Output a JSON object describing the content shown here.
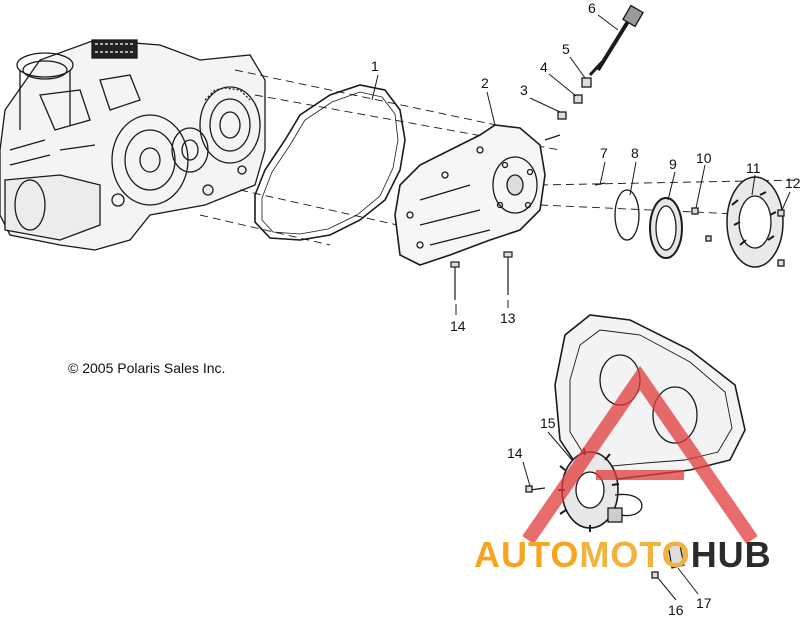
{
  "copyright": "© 2005 Polaris Sales Inc.",
  "watermark": {
    "part1": "AUTO",
    "part2": "MOTO",
    "part3": "HUB"
  },
  "callouts": [
    "1",
    "2",
    "3",
    "4",
    "5",
    "6",
    "7",
    "8",
    "9",
    "10",
    "11",
    "12",
    "13",
    "14",
    "14",
    "15",
    "16",
    "17"
  ],
  "colors": {
    "line": "#1a1a1a",
    "watermark_red": "#e23b3b",
    "watermark_orange": "#f6a51e",
    "watermark_dark": "#2b2b2b"
  }
}
